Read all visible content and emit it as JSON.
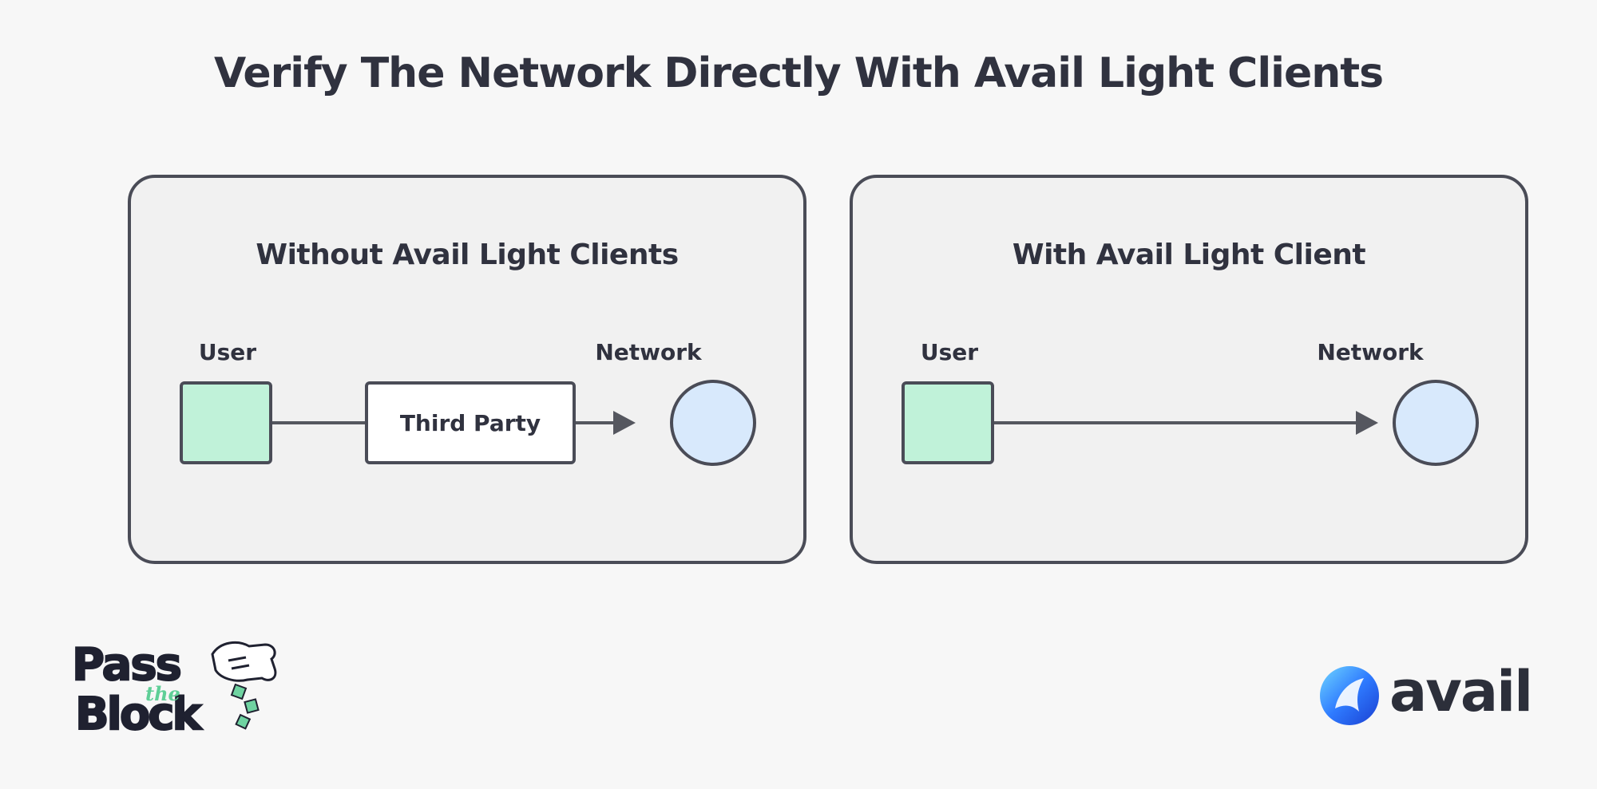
{
  "title": "Verify The Network Directly With Avail Light Clients",
  "panels": [
    {
      "title": "Without Avail Light Clients",
      "user_label": "User",
      "middle_label": "Third Party",
      "network_label": "Network"
    },
    {
      "title": "With Avail Light Client",
      "user_label": "User",
      "network_label": "Network"
    }
  ],
  "logos": {
    "left": {
      "line1": "Pass",
      "middle": "the",
      "line2": "Block"
    },
    "right": {
      "text": "avail"
    }
  },
  "colors": {
    "background": "#f7f7f7",
    "panel_fill": "#f1f1f1",
    "outline": "#4a4c57",
    "user_fill": "#c0f2d9",
    "network_fill": "#d8e9fc",
    "third_party_fill": "#ffffff",
    "accent_green": "#5fcf97",
    "avail_blue": "#2f7bff"
  },
  "icons": {
    "left_logo": "pass-the-block-logo",
    "right_logo": "avail-logo"
  }
}
